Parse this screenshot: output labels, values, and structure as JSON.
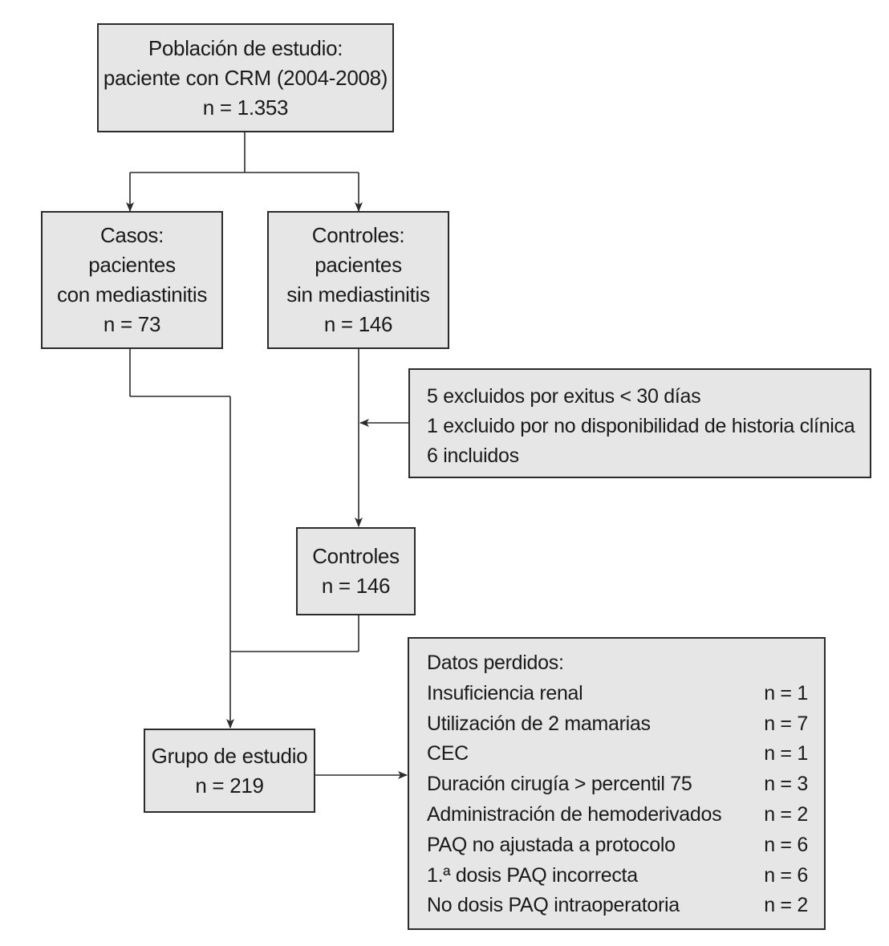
{
  "population": {
    "lines": [
      "Población de estudio:",
      "paciente con CRM (2004-2008)",
      "n = 1.353"
    ]
  },
  "cases": {
    "lines": [
      "Casos:",
      "pacientes",
      "con mediastinitis",
      "n = 73"
    ]
  },
  "controls": {
    "lines": [
      "Controles:",
      "pacientes",
      "sin mediastinitis",
      "n = 146"
    ]
  },
  "exclusions": {
    "lines": [
      "5 excluidos por exitus < 30 días",
      "1 excluido por no disponibilidad de historia clínica",
      "6 incluidos"
    ]
  },
  "controls_final": {
    "lines": [
      "Controles",
      "n = 146"
    ]
  },
  "study_group": {
    "lines": [
      "Grupo de estudio",
      "n = 219"
    ]
  },
  "lost_data": {
    "title": "Datos perdidos:",
    "rows": [
      {
        "label": "Insuficiencia renal",
        "value": "n = 1"
      },
      {
        "label": "Utilización de 2 mamarias",
        "value": "n = 7"
      },
      {
        "label": "CEC",
        "value": "n = 1"
      },
      {
        "label": "Duración cirugía > percentil 75",
        "value": "n = 3"
      },
      {
        "label": "Administración de hemoderivados",
        "value": "n = 2"
      },
      {
        "label": "PAQ no ajustada a protocolo",
        "value": "n = 6"
      },
      {
        "label": "1.ª dosis PAQ incorrecta",
        "value": "n = 6"
      },
      {
        "label": "No dosis PAQ intraoperatoria",
        "value": "n = 2"
      }
    ]
  }
}
